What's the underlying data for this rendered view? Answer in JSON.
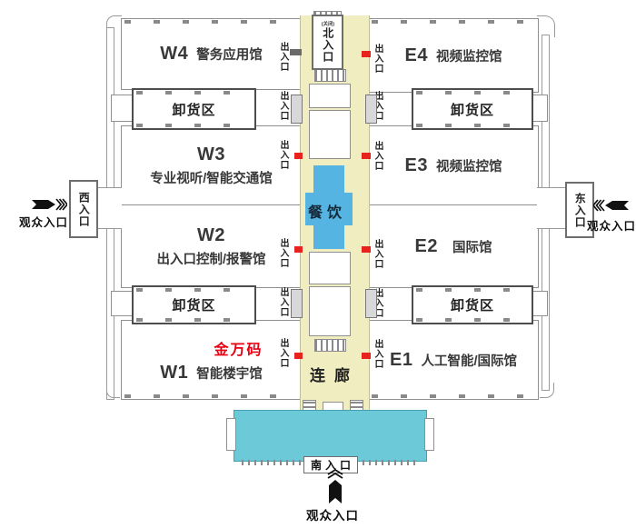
{
  "floorplan": {
    "halls_west": [
      {
        "code": "W4",
        "name": "警务应用馆"
      },
      {
        "code": "W3",
        "name": "专业视听/智能交通馆"
      },
      {
        "code": "W2",
        "name": "出入口控制/报警馆"
      },
      {
        "code": "W1",
        "name": "智能楼宇馆"
      }
    ],
    "halls_east": [
      {
        "code": "E4",
        "name": "视频监控馆"
      },
      {
        "code": "E3",
        "name": "视频监控馆"
      },
      {
        "code": "E2",
        "name": "国际馆"
      },
      {
        "code": "E1",
        "name": "人工智能/国际馆"
      }
    ],
    "dock_label": "卸货区",
    "exit_label": "出入口",
    "dining_label": "餐饮",
    "corridor_label": "连廊",
    "brand_label": "金万码",
    "entrances": {
      "north": "北入口",
      "north_note": "(关闭)",
      "south": "南入口",
      "west": "西入口",
      "east": "东入口",
      "visitor": "观众入口"
    },
    "colors": {
      "corridor_yellow": "#f0eec1",
      "dining_blue": "#55b4e1",
      "south_cyan": "#6cc9d7",
      "marker_red": "#e8221c",
      "brand_red": "#e60012"
    }
  }
}
